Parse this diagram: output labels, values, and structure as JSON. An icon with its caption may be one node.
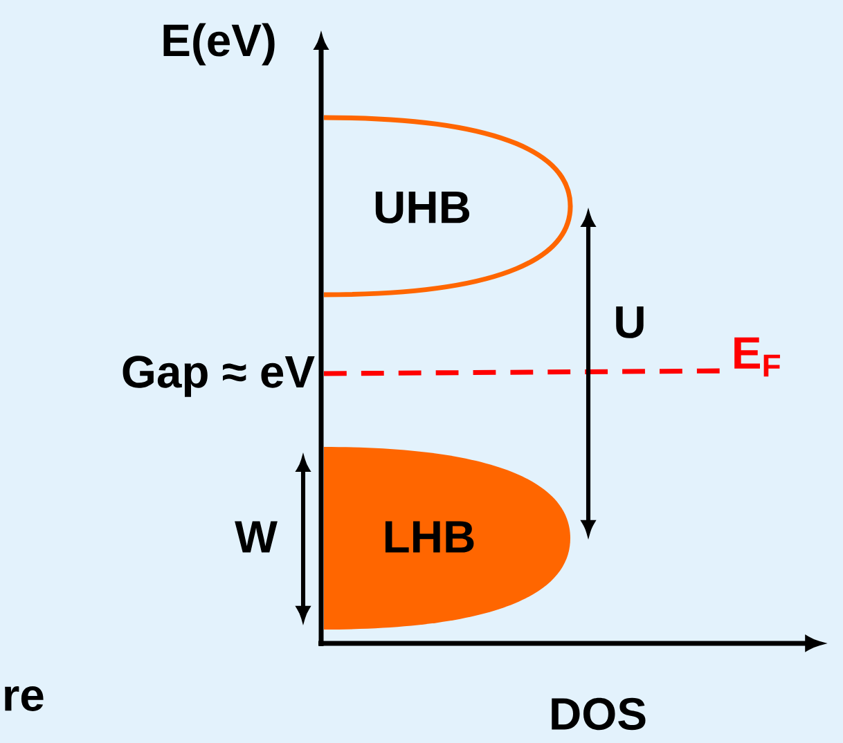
{
  "diagram": {
    "nodes": [
      {
        "text": [
          "UHB"
        ]
      },
      {
        "text": [
          "LHB"
        ]
      }
    ],
    "labels": [
      "E(eV)",
      "U",
      "Gap ≈ eV",
      "E$_{F}$",
      "W",
      "re",
      "DOS"
    ]
  }
}
